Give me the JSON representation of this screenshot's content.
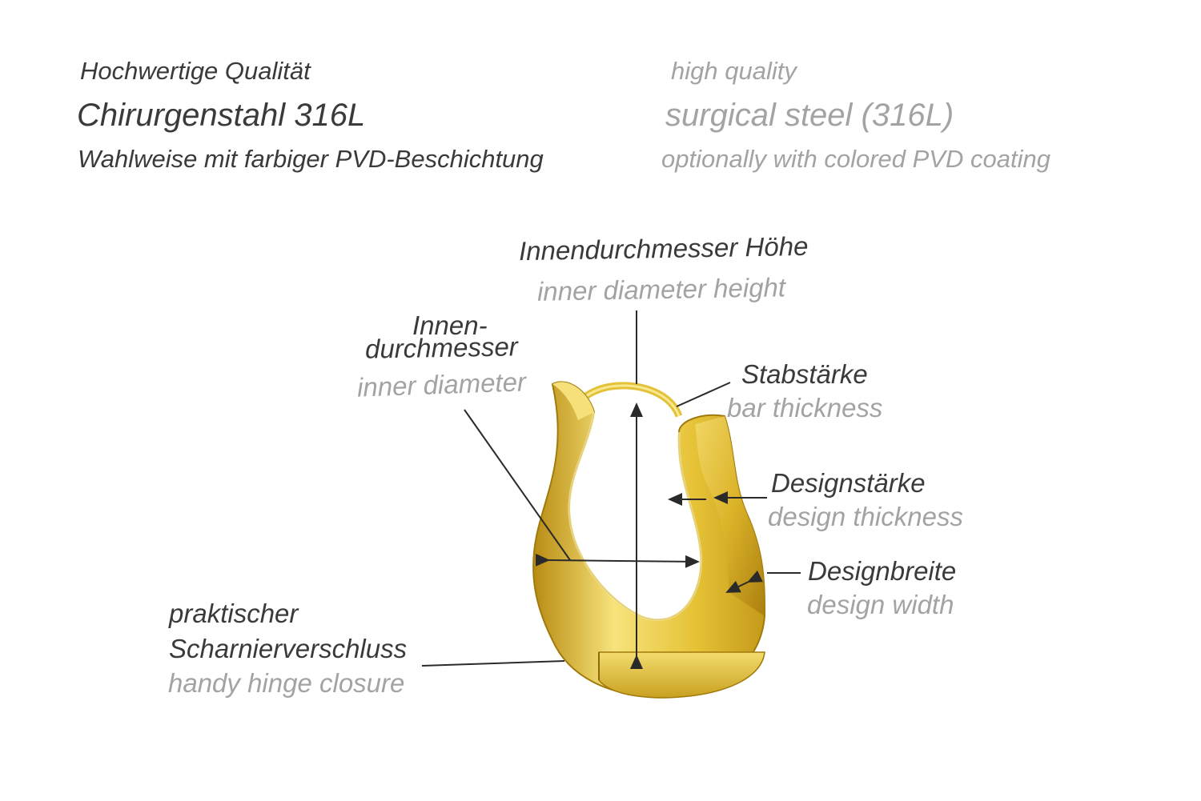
{
  "header": {
    "quality_de": "Hochwertige Qualität",
    "quality_en": "high quality",
    "steel_de": "Chirurgenstahl 316L",
    "steel_en": "surgical steel (316L)",
    "coating_de": "Wahlweise mit farbiger PVD-Beschichtung",
    "coating_en": "optionally with colored PVD coating"
  },
  "labels": {
    "inner_height_de": "Innendurchmesser Höhe",
    "inner_height_en": "inner diameter height",
    "inner_diameter_de_1": "Innen-",
    "inner_diameter_de_2": "durchmesser",
    "inner_diameter_en": "inner diameter",
    "bar_thickness_de": "Stabstärke",
    "bar_thickness_en": "bar thickness",
    "design_thickness_de": "Designstärke",
    "design_thickness_en": "design thickness",
    "design_width_de": "Designbreite",
    "design_width_en": "design width",
    "hinge_de_1": "praktischer",
    "hinge_de_2": "Scharnierverschluss",
    "hinge_en": "handy hinge closure"
  },
  "colors": {
    "gold_light": "#f6e27a",
    "gold_mid": "#e2bd2d",
    "gold_dark": "#b58a12",
    "line": "#2a2a2a"
  }
}
